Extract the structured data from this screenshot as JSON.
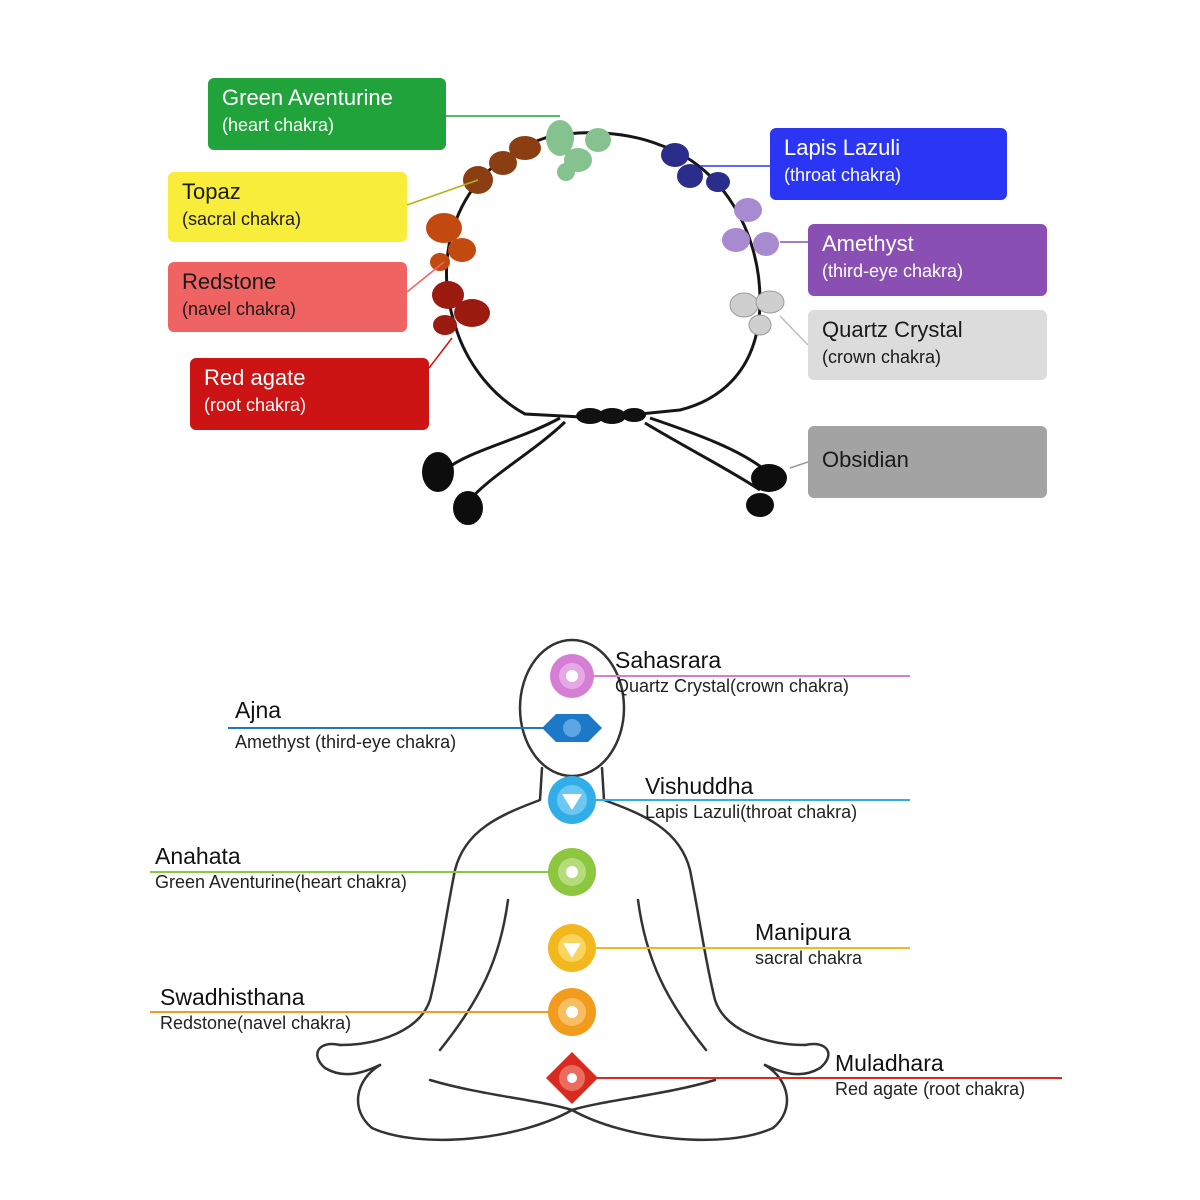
{
  "bracelet": {
    "stones": [
      {
        "key": "green",
        "name": "Green Aventurine",
        "chakra": "(heart chakra)",
        "color": "#1fa33a",
        "text": "light"
      },
      {
        "key": "topaz",
        "name": "Topaz",
        "chakra": "(sacral chakra)",
        "color": "#f8ed3a",
        "text": "dark"
      },
      {
        "key": "redstone",
        "name": "Redstone",
        "chakra": "(navel chakra)",
        "color": "#f06363",
        "text": "dark"
      },
      {
        "key": "agate",
        "name": "Red agate",
        "chakra": "(root chakra)",
        "color": "#cc1414",
        "text": "light"
      },
      {
        "key": "lapis",
        "name": "Lapis Lazuli",
        "chakra": "(throat chakra)",
        "color": "#2b36f5",
        "text": "light"
      },
      {
        "key": "amethyst",
        "name": "Amethyst",
        "chakra": "(third-eye chakra)",
        "color": "#8a4fb3",
        "text": "light"
      },
      {
        "key": "quartz",
        "name": "Quartz Crystal",
        "chakra": "(crown chakra)",
        "color": "#dcdcdc",
        "text": "dark"
      },
      {
        "key": "obsidian",
        "name": "Obsidian",
        "chakra": "",
        "color": "#a3a3a3",
        "text": "dark"
      }
    ]
  },
  "chakras": [
    {
      "key": "sahasrara",
      "name": "Sahasrara",
      "stone": "Quartz Crystal(crown chakra)",
      "color": "#d57fd4"
    },
    {
      "key": "ajna",
      "name": "Ajna",
      "stone": "Amethyst (third-eye chakra)",
      "color": "#1c79c8"
    },
    {
      "key": "vishuddha",
      "name": "Vishuddha",
      "stone": "Lapis Lazuli(throat chakra)",
      "color": "#31aee8"
    },
    {
      "key": "anahata",
      "name": "Anahata",
      "stone": "Green Aventurine(heart chakra)",
      "color": "#8dc63f"
    },
    {
      "key": "manipura",
      "name": "Manipura",
      "stone": "sacral chakra",
      "color": "#f3b81d"
    },
    {
      "key": "swadhisthana",
      "name": "Swadhisthana",
      "stone": "Redstone(navel chakra)",
      "color": "#f39b1c"
    },
    {
      "key": "muladhara",
      "name": "Muladhara",
      "stone": "Red agate (root chakra)",
      "color": "#d82a1e"
    }
  ]
}
